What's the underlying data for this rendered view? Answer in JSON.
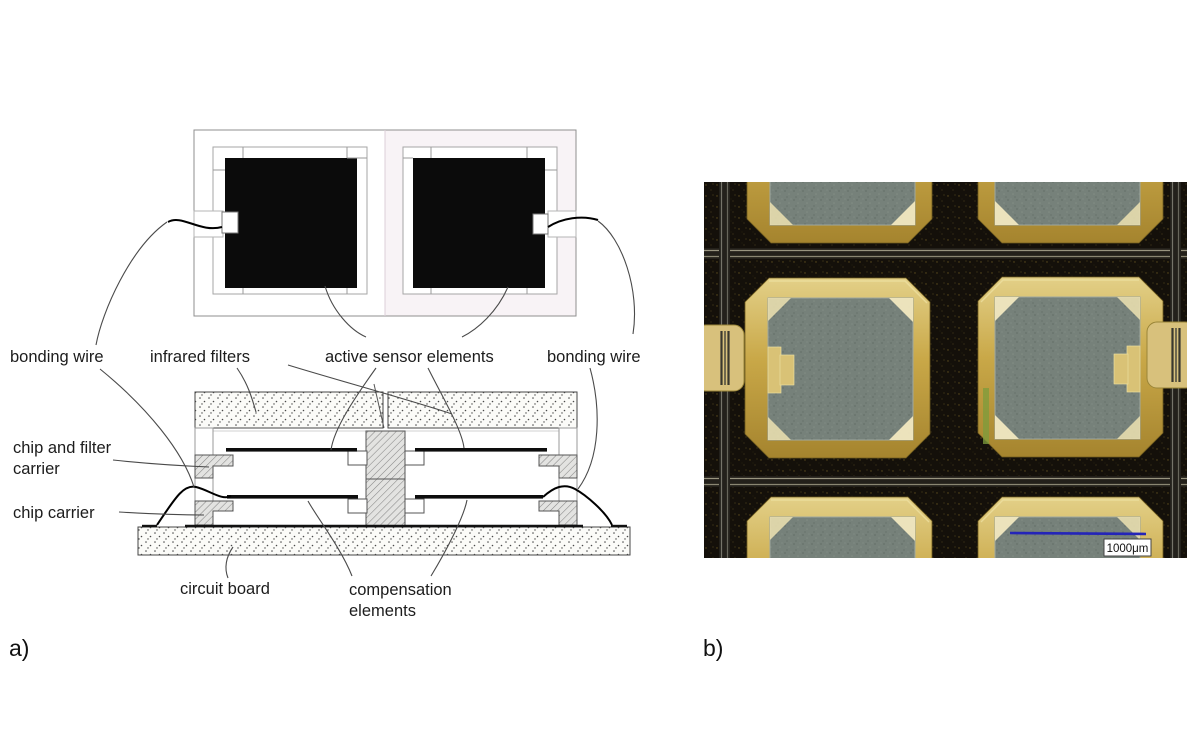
{
  "figure": {
    "panel_a": {
      "tag": "a)",
      "labels": {
        "bonding_wire_left": "bonding wire",
        "infrared_filters": "infrared filters",
        "active_sensor_elements": "active sensor elements",
        "bonding_wire_right": "bonding wire",
        "chip_and_filter_carrier_line1": "chip and filter",
        "chip_and_filter_carrier_line2": "carrier",
        "chip_carrier": "chip carrier",
        "circuit_board": "circuit board",
        "compensation_elements_line1": "compensation",
        "compensation_elements_line2": "elements"
      }
    },
    "panel_b": {
      "tag": "b)",
      "scale_bar_label": "1000μm"
    },
    "colors": {
      "schematic_outline": "#444444",
      "sensor_element_black": "#0b0b0b",
      "right_cell_tint": "#f8f3f6",
      "photo_background": "#14100a",
      "photo_gold": "#c9a848",
      "photo_plate_gray": "#76817a",
      "photo_highlight": "#eee3b2",
      "scale_bar_blue": "#2424b8"
    }
  }
}
